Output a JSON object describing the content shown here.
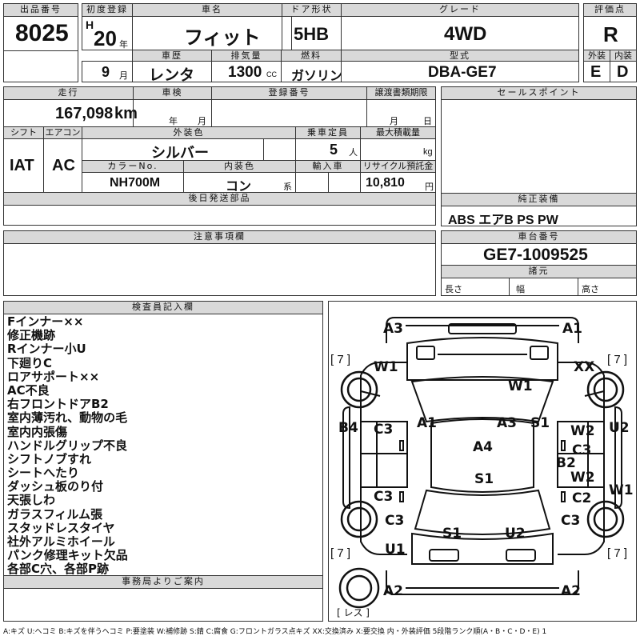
{
  "headers": {
    "lot_no": "出品番号",
    "first_reg": "初度登録",
    "car_name": "車名",
    "door": "ドア形状",
    "grade": "グレード",
    "score": "評価点",
    "history": "車歴",
    "displacement": "排気量",
    "fuel": "燃料",
    "model": "型式",
    "exterior": "外装",
    "interior": "内装",
    "mileage": "走行",
    "inspection": "車検",
    "reg_no": "登録番号",
    "transfer": "譲渡書類期限",
    "sales_point": "セールスポイント",
    "shift": "シフト",
    "aircon": "エアコン",
    "ext_color": "外装色",
    "capacity": "乗車定員",
    "max_load": "最大積載量",
    "color_no": "カラーNo.",
    "int_color": "内装色",
    "import": "輸入車",
    "recycle": "リサイクル預託金",
    "later": "後日発送部品",
    "equip": "純正装備",
    "notes_hdr": "注意事項欄",
    "chassis_hdr": "車台番号",
    "specs_hdr": "諸元",
    "inspector": "検査員記入欄",
    "office": "事務局よりご案内"
  },
  "values": {
    "lot_no": "8025",
    "era": "H",
    "year": "20",
    "year_unit": "年",
    "month": "9",
    "month_unit": "月",
    "car_name": "フィット",
    "door": "5HB",
    "grade": "4WD",
    "score": "R",
    "history": "レンタ",
    "displacement": "1300",
    "cc": "CC",
    "fuel": "ガソリン",
    "model": "DBA-GE7",
    "exterior": "E",
    "interior": "D",
    "mileage": "167,098",
    "km": "km",
    "nen": "年",
    "tsuki": "月",
    "t_tsuki": "月",
    "t_hi": "日",
    "shift": "IAT",
    "aircon": "AC",
    "ext_color": "シルバー",
    "capacity": "5",
    "person": "人",
    "kg": "kg",
    "color_no": "NH700M",
    "int_color": "コン",
    "kei": "系",
    "recycle": "10,810",
    "yen": "円",
    "equip": "ABS エアB PS PW",
    "chassis": "GE7-1009525",
    "length": "長さ",
    "width": "幅",
    "height": "高さ"
  },
  "notes": [
    "Fインナー××",
    "修正機跡",
    "Rインナー小U",
    "下廻りC",
    "ロアサポート××",
    "AC不良",
    "右フロントドアB2",
    "室内薄汚れ、動物の毛",
    "室内内張傷",
    "ハンドルグリップ不良",
    "シフトノブすれ",
    "シートへたり",
    "ダッシュ板のり付",
    "天張しわ",
    "ガラスフィルム張",
    "スタッドレスタイヤ",
    "社外アルミホイール",
    "パンク修理キット欠品",
    "各部C穴、各部P跡"
  ],
  "diagram_labels": {
    "a3_top": "A3",
    "a1_top": "A1",
    "w1_left": "W1",
    "xx_right": "XX",
    "w1_center": "W1",
    "b4": "B4",
    "c3_ul": "C3",
    "a1_mid": "A1",
    "a3_mid": "A3",
    "s1_mid": "S1",
    "w2_upper": "W2",
    "u2": "U2",
    "c3_right": "C3",
    "a4": "A4",
    "b2": "B2",
    "s1_center": "S1",
    "w2_lower": "W2",
    "w1_right": "W1",
    "c3_ll": "C3",
    "c2": "C2",
    "c3_low_left": "C3",
    "c3_low_right": "C3",
    "s1_low": "S1",
    "u2_low": "U2",
    "u1": "U1",
    "a2_left": "A2",
    "a2_right": "A2"
  },
  "tires": {
    "fl": "[ 7 ]",
    "fr": "[ 7 ]",
    "rl": "[ 7 ]",
    "rr": "[ 7 ]",
    "spare": "[ レス ]"
  },
  "legend": "A:キズ U:ヘコミ B:キズを伴うヘコミ P:要塗装 W:補修跡 S:錆 C:腐食 G:フロントガラス点キズ XX:交換済み X:要交換 内・外装評価 5段階ランク順(A・B・C・D・E) 1"
}
